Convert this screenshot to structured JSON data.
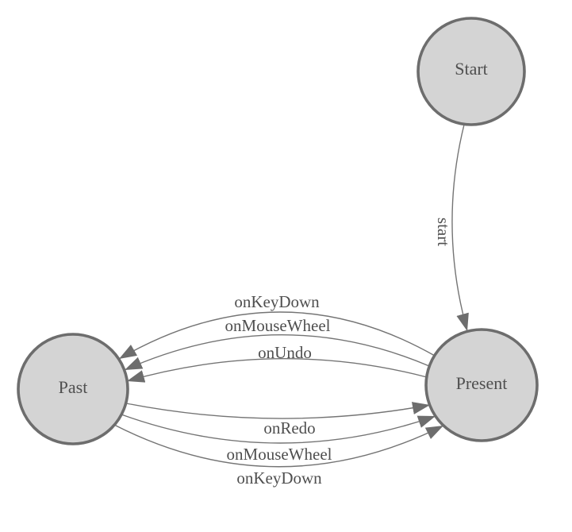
{
  "colors": {
    "background": "#ffffff",
    "node_fill": "#d4d4d4",
    "node_stroke": "#6d6d6d",
    "edge_stroke": "#747474",
    "arrow_fill": "#6d6d6d",
    "label_text": "#4f4f4f"
  },
  "nodes": {
    "start": {
      "label": "Start"
    },
    "present": {
      "label": "Present"
    },
    "past": {
      "label": "Past"
    }
  },
  "edges": {
    "start_to_present": {
      "from": "Start",
      "to": "Present",
      "label": "start"
    },
    "present_to_past": [
      {
        "from": "Present",
        "to": "Past",
        "label": "onKeyDown"
      },
      {
        "from": "Present",
        "to": "Past",
        "label": "onMouseWheel"
      },
      {
        "from": "Present",
        "to": "Past",
        "label": "onUndo"
      }
    ],
    "past_to_present": [
      {
        "from": "Past",
        "to": "Present",
        "label": "onRedo"
      },
      {
        "from": "Past",
        "to": "Present",
        "label": "onMouseWheel"
      },
      {
        "from": "Past",
        "to": "Present",
        "label": "onKeyDown"
      }
    ]
  }
}
